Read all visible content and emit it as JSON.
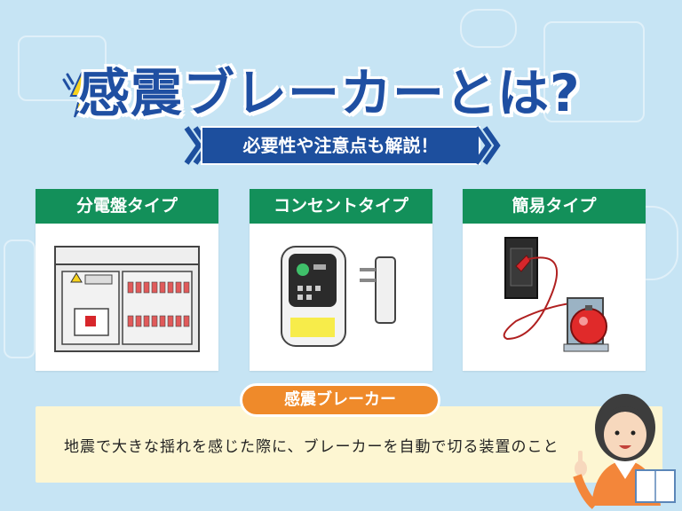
{
  "title": "感震ブレーカーとは?",
  "subtitle": "必要性や注意点も解説！",
  "cards": [
    {
      "label": "分電盤タイプ",
      "icon": "distribution-panel-icon"
    },
    {
      "label": "コンセントタイプ",
      "icon": "outlet-breaker-icon"
    },
    {
      "label": "簡易タイプ",
      "icon": "ball-switch-icon"
    }
  ],
  "definition": {
    "label": "感震ブレーカー",
    "text": "地震で大きな揺れを感じた際に、ブレーカーを自動で切る装置のこと"
  },
  "colors": {
    "background": "#c6e4f4",
    "title": "#1f4fa2",
    "ribbon": "#1d4f9e",
    "card_header": "#13905a",
    "pill": "#ef8a2a",
    "definition_bg": "#fdf6d2"
  }
}
